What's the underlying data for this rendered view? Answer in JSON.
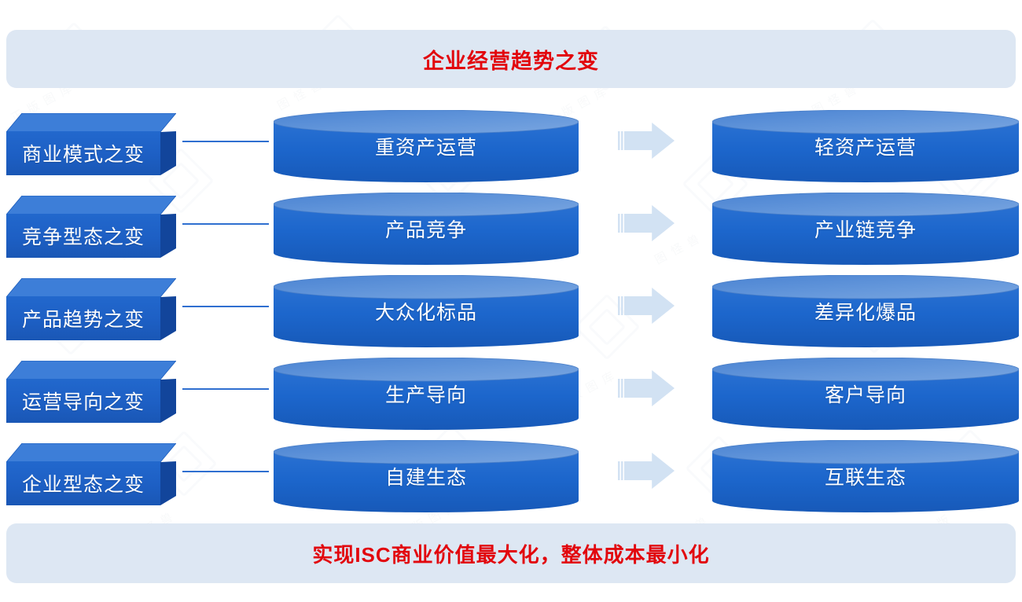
{
  "header": {
    "title": "企业经营趋势之变"
  },
  "footer": {
    "title": "实现ISC商业价值最大化，整体成本最小化"
  },
  "colors": {
    "banner_bg": "#dde7f3",
    "banner_text": "#e2070d",
    "cuboid_front": "#1d5fc4",
    "cuboid_top": "#3d7ed8",
    "cuboid_side": "#12459b",
    "cylinder_body": "#1c66cc",
    "cylinder_top": "#5d91d8",
    "arrow_fill": "#d2e2f3",
    "connector_line": "#2f6fd0",
    "page_bg": "#ffffff"
  },
  "rows": [
    {
      "category": "商业模式之变",
      "from": "重资产运营",
      "to": "轻资产运营",
      "arrow": "arrow-right-icon"
    },
    {
      "category": "竞争型态之变",
      "from": "产品竞争",
      "to": "产业链竞争",
      "arrow": "arrow-right-icon"
    },
    {
      "category": "产品趋势之变",
      "from": "大众化标品",
      "to": "差异化爆品",
      "arrow": "arrow-right-icon"
    },
    {
      "category": "运营导向之变",
      "from": "生产导向",
      "to": "客户导向",
      "arrow": "arrow-right-icon"
    },
    {
      "category": "企业型态之变",
      "from": "自建生态",
      "to": "互联生态",
      "arrow": "arrow-right-icon"
    }
  ],
  "watermarks": [
    "正 版 图 库",
    "图 怪 兽",
    "正版图库",
    "图怪兽",
    "正 版",
    "图 库"
  ]
}
